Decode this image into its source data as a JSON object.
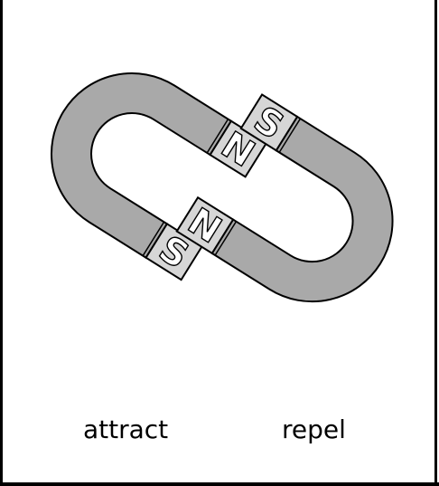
{
  "diagram": {
    "magnet_color": "#a9a9a9",
    "pole_face_color": "#d6d6d6",
    "outline_color": "#000000",
    "magnet_left": {
      "top_pole": "N",
      "bottom_pole": "S"
    },
    "magnet_right": {
      "top_pole": "S",
      "bottom_pole": "N"
    }
  },
  "captions": {
    "attract": "attract",
    "repel": "repel"
  }
}
